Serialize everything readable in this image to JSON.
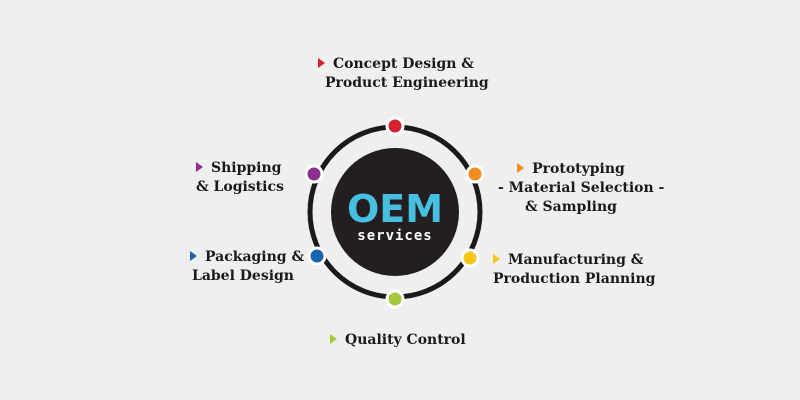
{
  "center": {
    "title": "OEM",
    "subtitle": "services"
  },
  "services": [
    {
      "id": "concept",
      "lines": [
        "Concept Design &",
        "Product Engineering"
      ],
      "color": "#d5212b"
    },
    {
      "id": "prototyping",
      "lines": [
        "Prototyping",
        "- Material Selection -",
        "& Sampling"
      ],
      "color": "#ef8d22"
    },
    {
      "id": "manufacturing",
      "lines": [
        "Manufacturing &",
        "Production Planning"
      ],
      "color": "#f5c518"
    },
    {
      "id": "quality",
      "lines": [
        "Quality Control"
      ],
      "color": "#a5c83a"
    },
    {
      "id": "packaging",
      "lines": [
        "Packaging &",
        "Label Design"
      ],
      "color": "#1864b0"
    },
    {
      "id": "shipping",
      "lines": [
        "Shipping",
        "& Logistics"
      ],
      "color": "#8d2f8f"
    }
  ]
}
